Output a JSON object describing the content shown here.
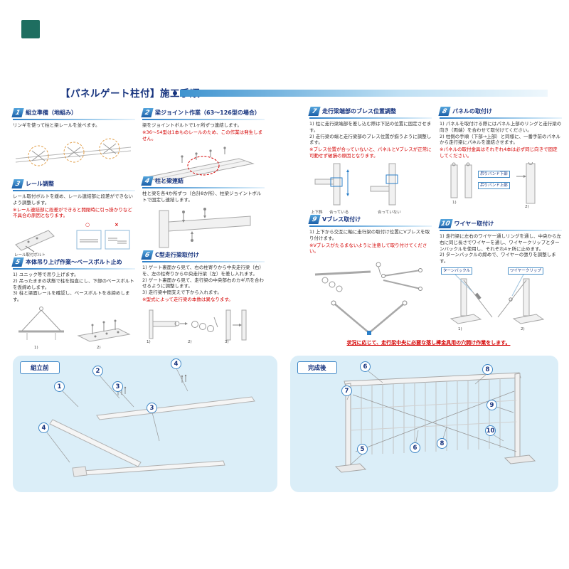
{
  "header": {
    "title": "【パネルゲート柱付】施工手順"
  },
  "steps": [
    {
      "num": "1",
      "title": "組立準備（地組み）",
      "body": "リンギを使って柱と梁レールを並べます。"
    },
    {
      "num": "2",
      "title": "梁ジョイント作業（63〜126型の場合）",
      "body": "梁をジョイントボルトで1ヶ所ずつ連結します。",
      "note": "※36〜54型は1本ものレールのため、この作業は発生しません。"
    },
    {
      "num": "3",
      "title": "レール調整",
      "body": "レール取付ボルトを緩め、レール連結部に段差ができないよう調整します。",
      "note": "※レール連結部に段差ができると開閉時に引っ掛かりなど不具合の原因となります。",
      "labels": {
        "bolt": "レール取付ボルト",
        "ok": "○",
        "ng": "×"
      }
    },
    {
      "num": "4",
      "title": "柱と梁連結",
      "body": "柱と梁を各4か所ずつ（合計8か所）、柱梁ジョイントボルトで固定し連結します。"
    },
    {
      "num": "5",
      "title": "本体吊り上げ作業〜ベースボルト止め",
      "body": "1) ユニック等で吊り上げます。\n2) 吊ったままの状態で柱を鉛直にし、下部のベースボルトを仮締めします。\n3) 柱と梁面レールを確認し、ベースボルトを本締めします。",
      "labels": {
        "f1": "1)",
        "f2": "2)"
      }
    },
    {
      "num": "6",
      "title": "C型走行梁取付け",
      "body": "1) ゲート裏面から見て、右の柱寄りから中央走行梁（右）を、左の柱寄りから中央走行梁（左）を差し入れます。\n2) ゲート裏面から見て、走行梁の中央部右のカギ爪を合わせるように調整します。\n3) 走行梁中間支えで下から入れます。",
      "note": "※型式によって走行梁の本数は異なります。",
      "labels": {
        "f1": "1)",
        "f2": "2)",
        "f3": "3)"
      }
    },
    {
      "num": "7",
      "title": "走行梁端部のブレス位置調整",
      "body": "1) 柱に走行梁端部を差し込む際は下記の位置に固定させます。\n2) 走行梁の端と走行梁部のブレス位置が揃うように調整します。",
      "note": "※ブレス位置が合っていないと、パネルとVブレスが正常に可動せず破損の原因となります。",
      "labels": {
        "dir": "上下斜",
        "ok": "合っている",
        "ng": "合っていない"
      }
    },
    {
      "num": "8",
      "title": "パネルの取付け",
      "body": "1) パネルを取付ける際にはパネル上部のリングと走行梁の向き（両端）を合わせて取付けてください。\n2) 柱側の手順（下部→上部）と同様に、一番手前のパネルから走行梁にパネルを連結させます。",
      "note": "※パネルの取付金具はそれぞれ4本は必ず同じ向きで固定してください。",
      "labels": {
        "lower": "吊りバンド下部",
        "upper": "吊りバンド上部",
        "f1": "1)",
        "f2": "2)"
      }
    },
    {
      "num": "9",
      "title": "Vブレス取付け",
      "body": "1) 上下から交互に軸に走行梁の取付け位置にVブレスを取り付けます。",
      "note": "※Vブレスがたるまないように注意して取り付けてください。"
    },
    {
      "num": "10",
      "title": "ワイヤー取付け",
      "body": "1) 走行梁に左右のワイヤー通しリングを通し、中央から左右に同じ長さでワイヤーを通し、ワイヤークリップとターンバックルを使用し、それぞれ4ヶ所に止めます。\n2) ターンバックルの締めで、ワイヤーの張りを調整します。",
      "labels": {
        "turnbuckle": "ターンバックル",
        "wireclip": "ワイヤークリップ",
        "f1": "1)",
        "f2": "2)"
      }
    }
  ],
  "bottom": {
    "note": "状況に応じて、走行梁中央に必要な落し棒金具用の穴開け作業をします。",
    "before_label": "組立前",
    "after_label": "完成後",
    "before_callouts": [
      "1",
      "2",
      "3",
      "4",
      "3",
      "4"
    ],
    "after_callouts": [
      "6",
      "8",
      "7",
      "9",
      "10",
      "5",
      "6",
      "8"
    ]
  },
  "colors": {
    "accent_blue": "#2b7fc8",
    "title_navy": "#16337e",
    "note_red": "#d40000",
    "logo_teal": "#1e6e60",
    "panel_blue": "#dbeef8"
  }
}
